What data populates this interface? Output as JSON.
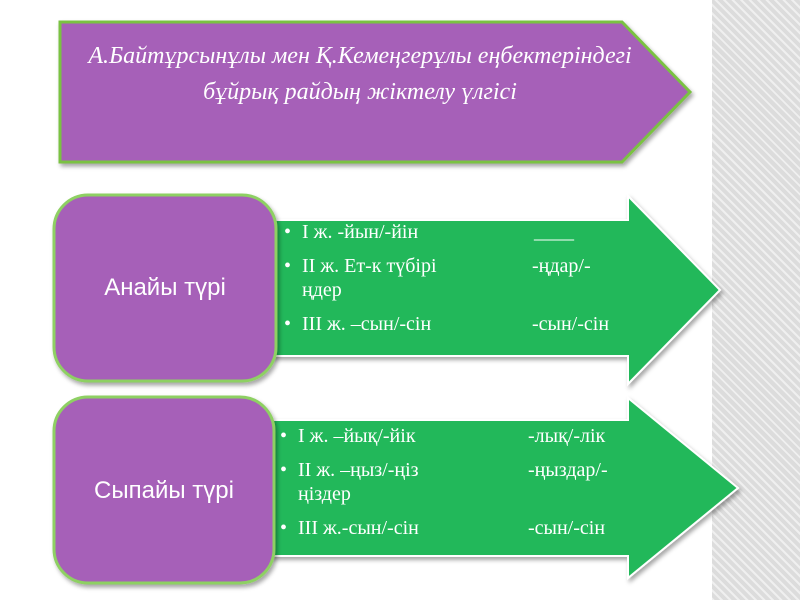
{
  "title": "А.Байтұрсынұлы мен Қ.Кемеңгерұлы еңбектеріндегі бұйрық райдың жіктелу үлгісі",
  "colors": {
    "title_fill": "#a660b8",
    "title_stroke": "#7ac242",
    "arrow_fill": "#21b85a",
    "pill_fill": "#a660b8",
    "pill_stroke": "#8ed063",
    "side_band": "#dcdcdc"
  },
  "sections": [
    {
      "label": "Анайы түрі",
      "items": [
        {
          "form": "І ж. -йын/-йін",
          "ending": "____"
        },
        {
          "form": "ІІ ж. Ет-к түбірі",
          "ending": "-ңдар/-ңдер"
        },
        {
          "form": "ІІІ ж. –сын/-сін",
          "ending": "-сын/-сін"
        }
      ]
    },
    {
      "label": "Сыпайы түрі",
      "items": [
        {
          "form": "І ж. –йық/-йік",
          "ending": "-лық/-лік"
        },
        {
          "form": "ІІ ж. –ңыз/-ңіз",
          "ending": "-ңыздар/-ңіздер"
        },
        {
          "form": "ІІІ ж.-сын/-сін",
          "ending": "-сын/-сін"
        }
      ]
    }
  ]
}
